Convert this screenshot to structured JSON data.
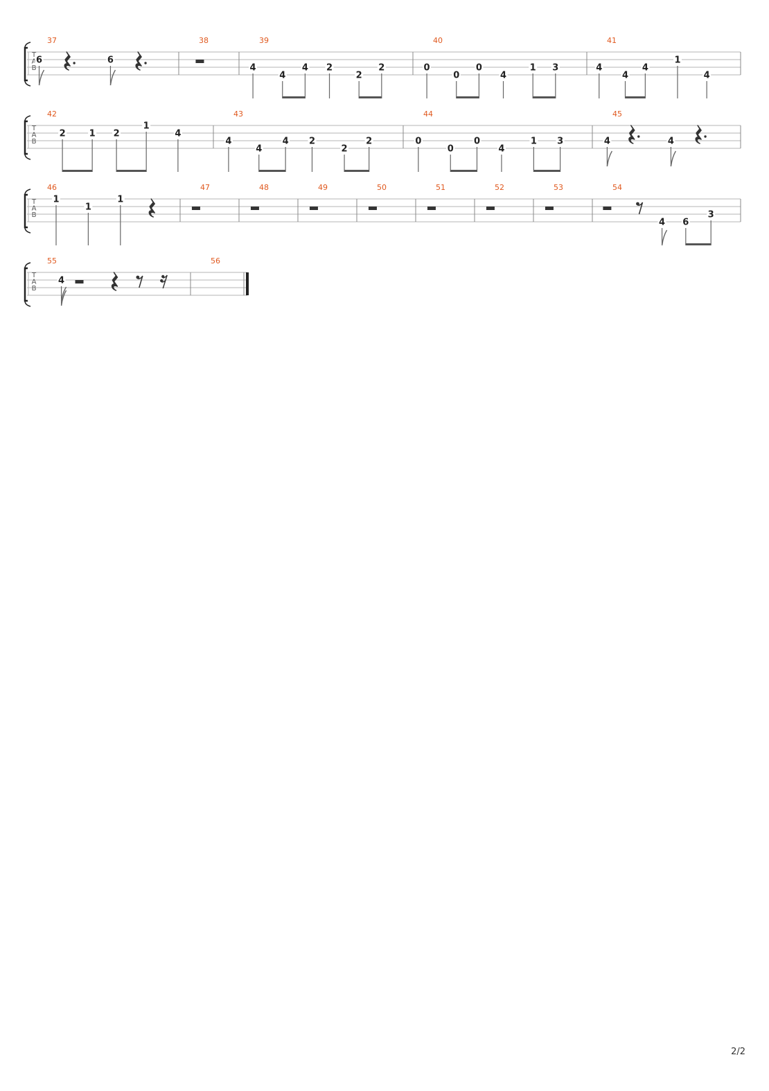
{
  "page": {
    "number": "2/2"
  },
  "staff": {
    "clef_letters": [
      "T",
      "A",
      "B"
    ],
    "strings": 4
  },
  "colors": {
    "measure_number": "#e0591f",
    "fret": "#222222",
    "staff_line": "#b4b4b4",
    "stem": "#666666",
    "beam": "#555555",
    "barline": "#888888",
    "bracket": "#222222"
  },
  "systems": [
    {
      "measures": [
        {
          "number": "37",
          "events": [
            {
              "t": 0.08,
              "kind": "note",
              "string": 1,
              "fret": "6",
              "stem": "flag8"
            },
            {
              "t": 0.27,
              "kind": "rest",
              "rest": "quarter-dotted"
            },
            {
              "t": 0.55,
              "kind": "note",
              "string": 1,
              "fret": "6",
              "stem": "flag8"
            },
            {
              "t": 0.74,
              "kind": "rest",
              "rest": "quarter-dotted"
            }
          ]
        },
        {
          "number": "38",
          "events": [
            {
              "t": 0.35,
              "kind": "rest",
              "rest": "half"
            }
          ]
        },
        {
          "number": "39",
          "events": [
            {
              "t": 0.08,
              "kind": "note",
              "string": 2,
              "fret": "4",
              "stem": "quarter"
            },
            {
              "t": 0.25,
              "kind": "note",
              "string": 3,
              "fret": "4",
              "stem": "beam",
              "beam": "b1"
            },
            {
              "t": 0.38,
              "kind": "note",
              "string": 2,
              "fret": "4",
              "stem": "beam",
              "beam": "b1"
            },
            {
              "t": 0.52,
              "kind": "note",
              "string": 2,
              "fret": "2",
              "stem": "quarter"
            },
            {
              "t": 0.69,
              "kind": "note",
              "string": 3,
              "fret": "2",
              "stem": "beam",
              "beam": "b2"
            },
            {
              "t": 0.82,
              "kind": "note",
              "string": 2,
              "fret": "2",
              "stem": "beam",
              "beam": "b2"
            }
          ]
        },
        {
          "number": "40",
          "events": [
            {
              "t": 0.08,
              "kind": "note",
              "string": 2,
              "fret": "0",
              "stem": "quarter"
            },
            {
              "t": 0.25,
              "kind": "note",
              "string": 3,
              "fret": "0",
              "stem": "beam",
              "beam": "b1"
            },
            {
              "t": 0.38,
              "kind": "note",
              "string": 2,
              "fret": "0",
              "stem": "beam",
              "beam": "b1"
            },
            {
              "t": 0.52,
              "kind": "note",
              "string": 3,
              "fret": "4",
              "stem": "quarter"
            },
            {
              "t": 0.69,
              "kind": "note",
              "string": 2,
              "fret": "1",
              "stem": "beam",
              "beam": "b2"
            },
            {
              "t": 0.82,
              "kind": "note",
              "string": 2,
              "fret": "3",
              "stem": "beam",
              "beam": "b2"
            }
          ]
        },
        {
          "number": "41",
          "events": [
            {
              "t": 0.08,
              "kind": "note",
              "string": 2,
              "fret": "4",
              "stem": "quarter"
            },
            {
              "t": 0.25,
              "kind": "note",
              "string": 3,
              "fret": "4",
              "stem": "beam",
              "beam": "b1"
            },
            {
              "t": 0.38,
              "kind": "note",
              "string": 2,
              "fret": "4",
              "stem": "beam",
              "beam": "b1"
            },
            {
              "t": 0.59,
              "kind": "note",
              "string": 1,
              "fret": "1",
              "stem": "quarter"
            },
            {
              "t": 0.78,
              "kind": "note",
              "string": 3,
              "fret": "4",
              "stem": "quarter"
            }
          ]
        }
      ]
    },
    {
      "measures": [
        {
          "number": "42",
          "events": [
            {
              "t": 0.19,
              "kind": "note",
              "string": 1,
              "fret": "2",
              "stem": "beam",
              "beam": "b1"
            },
            {
              "t": 0.35,
              "kind": "note",
              "string": 1,
              "fret": "1",
              "stem": "beam",
              "beam": "b1"
            },
            {
              "t": 0.48,
              "kind": "note",
              "string": 1,
              "fret": "2",
              "stem": "beam",
              "beam": "b2"
            },
            {
              "t": 0.64,
              "kind": "note",
              "string": 0,
              "fret": "1",
              "stem": "beam",
              "beam": "b2"
            },
            {
              "t": 0.81,
              "kind": "note",
              "string": 1,
              "fret": "4",
              "stem": "quarter"
            }
          ]
        },
        {
          "number": "43",
          "events": [
            {
              "t": 0.08,
              "kind": "note",
              "string": 2,
              "fret": "4",
              "stem": "quarter"
            },
            {
              "t": 0.24,
              "kind": "note",
              "string": 3,
              "fret": "4",
              "stem": "beam",
              "beam": "b1"
            },
            {
              "t": 0.38,
              "kind": "note",
              "string": 2,
              "fret": "4",
              "stem": "beam",
              "beam": "b1"
            },
            {
              "t": 0.52,
              "kind": "note",
              "string": 2,
              "fret": "2",
              "stem": "quarter"
            },
            {
              "t": 0.69,
              "kind": "note",
              "string": 3,
              "fret": "2",
              "stem": "beam",
              "beam": "b2"
            },
            {
              "t": 0.82,
              "kind": "note",
              "string": 2,
              "fret": "2",
              "stem": "beam",
              "beam": "b2"
            }
          ]
        },
        {
          "number": "44",
          "events": [
            {
              "t": 0.08,
              "kind": "note",
              "string": 2,
              "fret": "0",
              "stem": "quarter"
            },
            {
              "t": 0.25,
              "kind": "note",
              "string": 3,
              "fret": "0",
              "stem": "beam",
              "beam": "b1"
            },
            {
              "t": 0.39,
              "kind": "note",
              "string": 2,
              "fret": "0",
              "stem": "beam",
              "beam": "b1"
            },
            {
              "t": 0.52,
              "kind": "note",
              "string": 3,
              "fret": "4",
              "stem": "quarter"
            },
            {
              "t": 0.69,
              "kind": "note",
              "string": 2,
              "fret": "1",
              "stem": "beam",
              "beam": "b2"
            },
            {
              "t": 0.83,
              "kind": "note",
              "string": 2,
              "fret": "3",
              "stem": "beam",
              "beam": "b2"
            }
          ]
        },
        {
          "number": "45",
          "events": [
            {
              "t": 0.1,
              "kind": "note",
              "string": 2,
              "fret": "4",
              "stem": "flag8"
            },
            {
              "t": 0.27,
              "kind": "rest",
              "rest": "quarter-dotted"
            },
            {
              "t": 0.53,
              "kind": "note",
              "string": 2,
              "fret": "4",
              "stem": "flag8"
            },
            {
              "t": 0.72,
              "kind": "rest",
              "rest": "quarter-dotted"
            }
          ]
        }
      ]
    },
    {
      "measures": [
        {
          "number": "46",
          "events": [
            {
              "t": 0.19,
              "kind": "note",
              "string": 0,
              "fret": "1",
              "stem": "quarter"
            },
            {
              "t": 0.4,
              "kind": "note",
              "string": 1,
              "fret": "1",
              "stem": "quarter"
            },
            {
              "t": 0.61,
              "kind": "note",
              "string": 0,
              "fret": "1",
              "stem": "quarter"
            },
            {
              "t": 0.82,
              "kind": "rest",
              "rest": "quarter"
            }
          ]
        },
        {
          "number": "47",
          "events": [
            {
              "t": 0.27,
              "kind": "rest",
              "rest": "half"
            }
          ]
        },
        {
          "number": "48",
          "events": [
            {
              "t": 0.27,
              "kind": "rest",
              "rest": "half"
            }
          ]
        },
        {
          "number": "49",
          "events": [
            {
              "t": 0.27,
              "kind": "rest",
              "rest": "half"
            }
          ]
        },
        {
          "number": "50",
          "events": [
            {
              "t": 0.27,
              "kind": "rest",
              "rest": "half"
            }
          ]
        },
        {
          "number": "51",
          "events": [
            {
              "t": 0.27,
              "kind": "rest",
              "rest": "half"
            }
          ]
        },
        {
          "number": "52",
          "events": [
            {
              "t": 0.27,
              "kind": "rest",
              "rest": "half"
            }
          ]
        },
        {
          "number": "53",
          "events": [
            {
              "t": 0.27,
              "kind": "rest",
              "rest": "half"
            }
          ]
        },
        {
          "number": "54",
          "events": [
            {
              "t": 0.1,
              "kind": "rest",
              "rest": "half"
            },
            {
              "t": 0.32,
              "kind": "rest",
              "rest": "eighth"
            },
            {
              "t": 0.47,
              "kind": "note",
              "string": 3,
              "fret": "4",
              "stem": "flag8"
            },
            {
              "t": 0.63,
              "kind": "note",
              "string": 3,
              "fret": "6",
              "stem": "beam",
              "beam": "b1"
            },
            {
              "t": 0.8,
              "kind": "note",
              "string": 2,
              "fret": "3",
              "stem": "beam",
              "beam": "b1"
            }
          ]
        }
      ]
    },
    {
      "measures": [
        {
          "number": "55",
          "events": [
            {
              "t": 0.21,
              "kind": "note",
              "string": 1,
              "fret": "4",
              "stem": "flag16"
            },
            {
              "t": 0.32,
              "kind": "rest",
              "rest": "half"
            },
            {
              "t": 0.54,
              "kind": "rest",
              "rest": "quarter"
            },
            {
              "t": 0.69,
              "kind": "rest",
              "rest": "eighth"
            },
            {
              "t": 0.84,
              "kind": "rest",
              "rest": "sixteenth"
            }
          ]
        },
        {
          "number": "56",
          "events": [],
          "final": true
        }
      ]
    }
  ]
}
